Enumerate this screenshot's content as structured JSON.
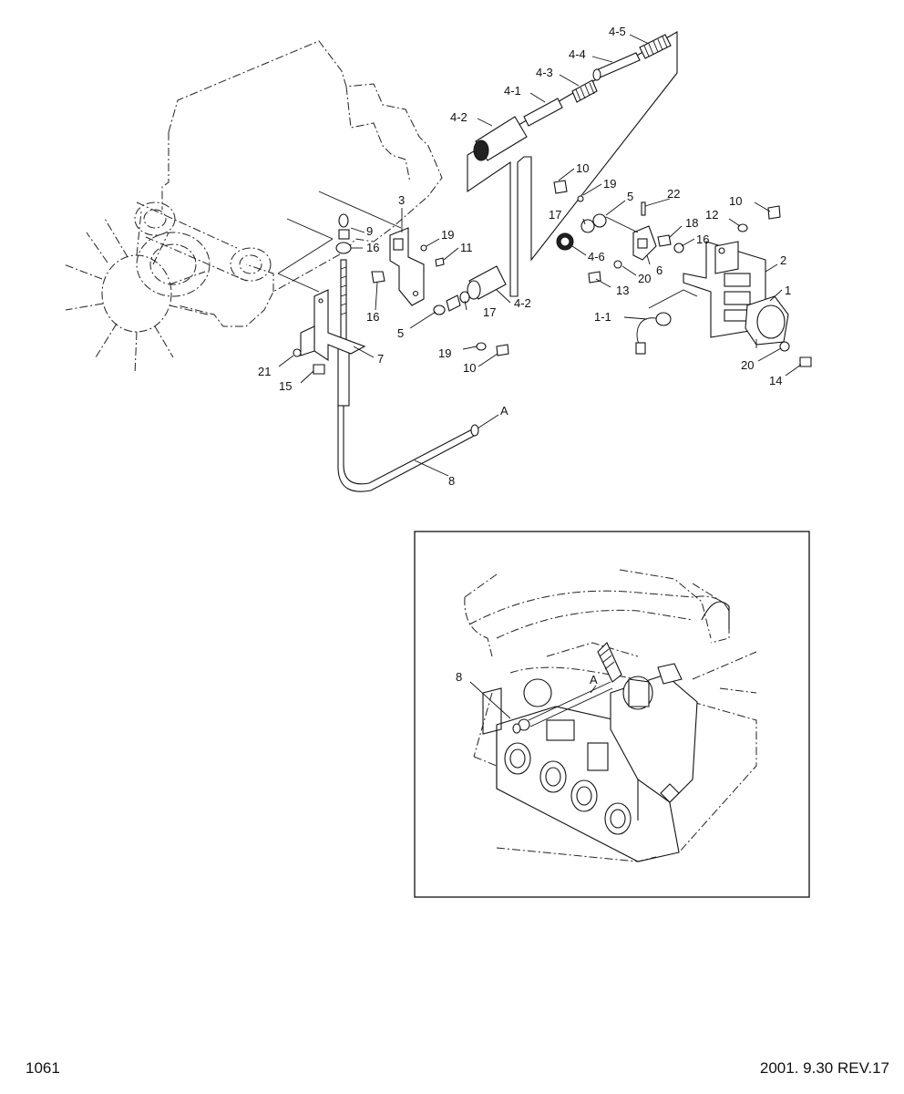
{
  "callouts": {
    "c4_5": "4-5",
    "c4_4": "4-4",
    "c4_3": "4-3",
    "c4_1": "4-1",
    "c4_2a": "4-2",
    "c10a": "10",
    "c19a": "19",
    "c5a": "5",
    "c22": "22",
    "c10b": "10",
    "c3": "3",
    "c9": "9",
    "c16a": "16",
    "c19b": "19",
    "c11": "11",
    "c17a": "17",
    "c18": "18",
    "c12": "12",
    "c16b": "16",
    "c2": "2",
    "c4_6": "4-6",
    "c20a": "20",
    "c6": "6",
    "c13": "13",
    "c1": "1",
    "c16c": "16",
    "c5b": "5",
    "c17b": "17",
    "c4_2b": "4-2",
    "c1_1": "1-1",
    "c7": "7",
    "c19c": "19",
    "c10c": "10",
    "c21": "21",
    "c15": "15",
    "c20b": "20",
    "c14": "14",
    "cA1": "A",
    "c8a": "8",
    "c8b": "8",
    "cA2": "A"
  },
  "footer": {
    "page_number": "1061",
    "revision": "2001. 9.30 REV.17"
  }
}
